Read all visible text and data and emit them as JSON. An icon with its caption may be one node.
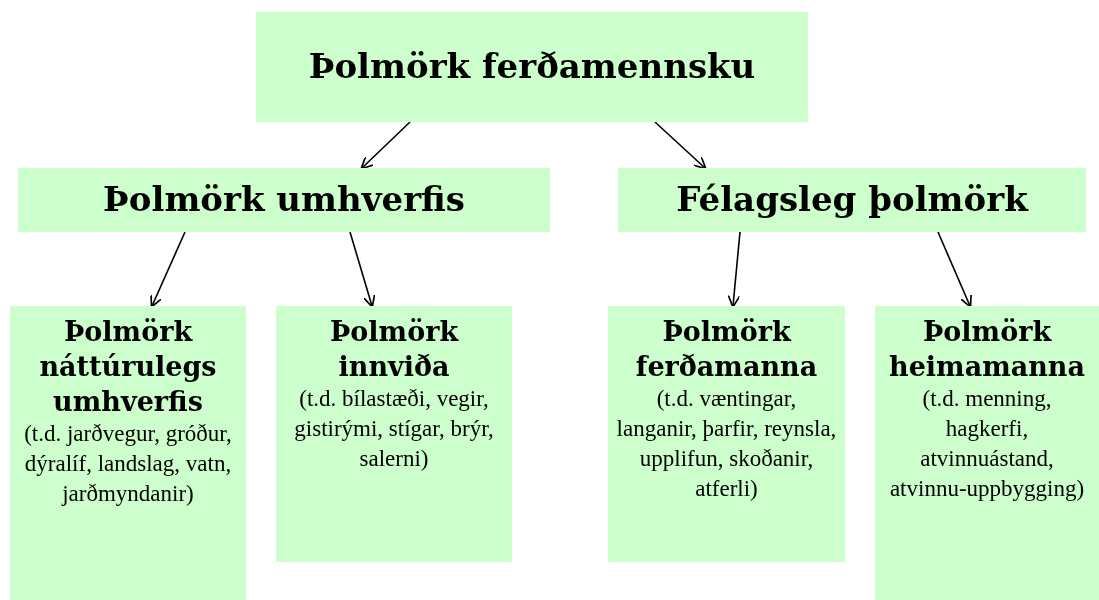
{
  "diagram": {
    "nodes": [
      {
        "text": [
          "Þolmörk ferðamennsku"
        ]
      },
      {
        "text": [
          "Þolmörk umhverfis"
        ]
      },
      {
        "text": [
          "Félagsleg þolmörk"
        ]
      },
      {
        "text": [
          "Þolmörk náttúrulegs umhverfis",
          "(t.d. jarðvegur, gróður, dýralíf, landslag, vatn, jarðmyndanir)"
        ]
      },
      {
        "text": [
          "Þolmörk innviða",
          "(t.d. bílastæði, vegir, gistirými, stígar, brýr, salerni)"
        ]
      },
      {
        "text": [
          "Þolmörk ferðamanna",
          "(t.d. væntingar, langanir, þarfir, reynsla, upplifun, skoðanir, atferli)"
        ]
      },
      {
        "text": [
          "Þolmörk heimamanna",
          "(t.d. menning, hagkerfi, atvinnuástand, atvinnu-uppbygging)"
        ]
      }
    ],
    "edges": [
      {
        "from": 0,
        "to": 1,
        "arrow": "to"
      },
      {
        "from": 0,
        "to": 2,
        "arrow": "to"
      },
      {
        "from": 1,
        "to": 3,
        "arrow": "to"
      },
      {
        "from": 1,
        "to": 4,
        "arrow": "to"
      },
      {
        "from": 2,
        "to": 5,
        "arrow": "to"
      },
      {
        "from": 2,
        "to": 6,
        "arrow": "to"
      }
    ]
  }
}
